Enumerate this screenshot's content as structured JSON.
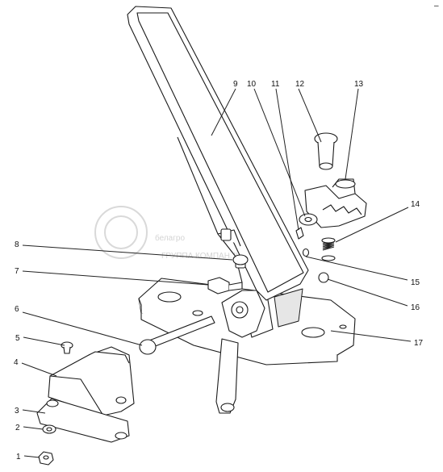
{
  "corner_mark": "–",
  "watermark": {
    "brand": "белагро",
    "subtitle": "ГРУППА КОМПАНИЙ"
  },
  "callouts": [
    {
      "id": "c1",
      "num": "1"
    },
    {
      "id": "c2",
      "num": "2"
    },
    {
      "id": "c3",
      "num": "3"
    },
    {
      "id": "c4",
      "num": "4"
    },
    {
      "id": "c5",
      "num": "5"
    },
    {
      "id": "c6",
      "num": "6"
    },
    {
      "id": "c7",
      "num": "7"
    },
    {
      "id": "c8",
      "num": "8"
    },
    {
      "id": "c9",
      "num": "9"
    },
    {
      "id": "c10",
      "num": "10"
    },
    {
      "id": "c11",
      "num": "11"
    },
    {
      "id": "c12",
      "num": "12"
    },
    {
      "id": "c13",
      "num": "13"
    },
    {
      "id": "c14",
      "num": "14"
    },
    {
      "id": "c15",
      "num": "15"
    },
    {
      "id": "c16",
      "num": "16"
    },
    {
      "id": "c17",
      "num": "17"
    }
  ]
}
